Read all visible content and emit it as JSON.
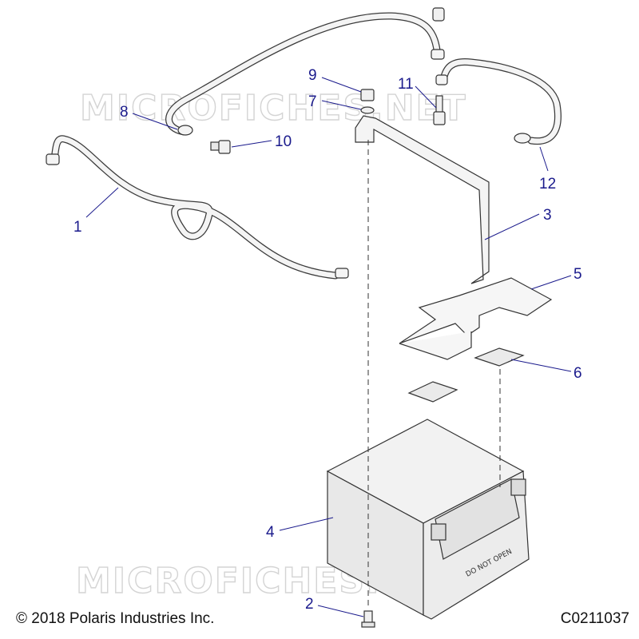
{
  "watermark": "MICROFICHES.NET",
  "footer": {
    "copyright": "© 2018 Polaris Industries Inc.",
    "drawing_id": "C0211037"
  },
  "battery_label": "DO NOT OPEN",
  "callouts": {
    "c1": "1",
    "c2": "2",
    "c3": "3",
    "c4": "4",
    "c5": "5",
    "c6": "6",
    "c7": "7",
    "c8": "8",
    "c9": "9",
    "c10": "10",
    "c11": "11",
    "c12": "12"
  }
}
